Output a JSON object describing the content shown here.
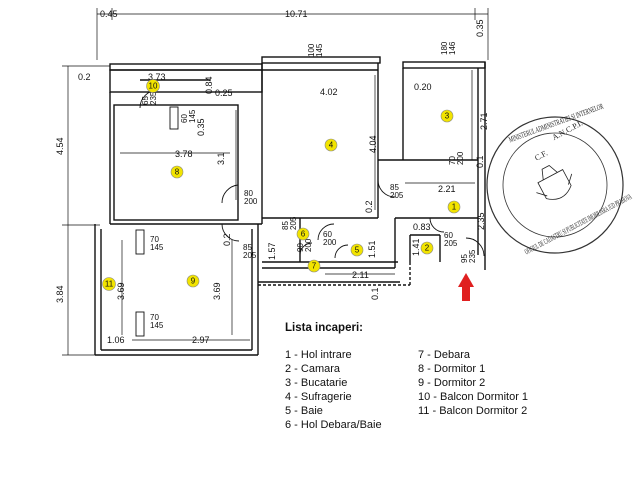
{
  "top_dims": {
    "a": "0.45",
    "b": "10.71",
    "c": "0.35"
  },
  "left_dims": {
    "a": "0.2",
    "b": "4.54",
    "c": "3.84"
  },
  "dims": {
    "d_373": "3.73",
    "d_084": "0.84",
    "d_025": "0.25",
    "d_402": "4.02",
    "d_020": "0.20",
    "d_378": "3.78",
    "d_035": "0.35",
    "d_31": "3.1",
    "d_404": "4.04",
    "d_271": "2.71",
    "d_221": "2.21",
    "d_02a": "0.2",
    "d_02b": "0.2",
    "d_083": "0.83",
    "d_157": "1.57",
    "d_151": "1.51",
    "d_211": "2.11",
    "d_141": "1.41",
    "d_235": "2.35",
    "d_369a": "3.69",
    "d_369b": "3.69",
    "d_106": "1.06",
    "d_297": "2.97",
    "d_01a": "0.1",
    "d_01b": "0.1"
  },
  "doors": {
    "w_100_145": "100\n145",
    "w_180_146": "180\n146",
    "w_65_235": "65\n235",
    "w_60_145": "60\n145",
    "d_80_200": "80\n200",
    "d_85_205a": "85\n205",
    "d_70_200": "70\n200",
    "d_85_205b": "85\n205",
    "d_85_205c": "85\n205",
    "d_90_200": "90\n200",
    "d_60_200a": "60\n200",
    "d_60_205": "60\n205",
    "d_95_235": "95\n235",
    "w_70_145a": "70\n145",
    "w_70_145b": "70\n145"
  },
  "rooms": [
    {
      "num": "1"
    },
    {
      "num": "2"
    },
    {
      "num": "3"
    },
    {
      "num": "4"
    },
    {
      "num": "5"
    },
    {
      "num": "6"
    },
    {
      "num": "7"
    },
    {
      "num": "8"
    },
    {
      "num": "9"
    },
    {
      "num": "10"
    },
    {
      "num": "11"
    }
  ],
  "colors": {
    "room_marker": "#f2e400",
    "arrow": "#e02020",
    "wall": "#111111"
  },
  "stamp": {
    "lines": [
      "MINISTERUL ADMINISTRATIEI SI INTERNELOR",
      "OFICIUL DE CADASTRU SI PUBLICITATE IMOBILIARA JUD PRAHOVA",
      "C.F.",
      "A.N.C.P.I."
    ]
  },
  "legend": {
    "title": "Lista incaperi:",
    "col1": [
      "1 - Hol intrare",
      "2 - Camara",
      "3 - Bucatarie",
      "4 - Sufragerie",
      "5 - Baie",
      "6 - Hol Debara/Baie"
    ],
    "col2": [
      "7 - Debara",
      "8 - Dormitor 1",
      "9 - Dormitor 2",
      "10 - Balcon Dormitor 1",
      "11 - Balcon Dormitor 2"
    ]
  }
}
